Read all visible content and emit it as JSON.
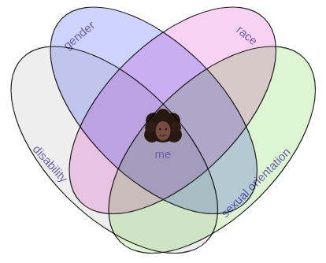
{
  "diagram": {
    "nodes": [
      {
        "text": [
          "gender"
        ]
      },
      {
        "text": [
          "race"
        ]
      },
      {
        "text": [
          "disability"
        ]
      },
      {
        "text": [
          "sexual orientation"
        ]
      }
    ],
    "labels": [
      "me"
    ]
  }
}
